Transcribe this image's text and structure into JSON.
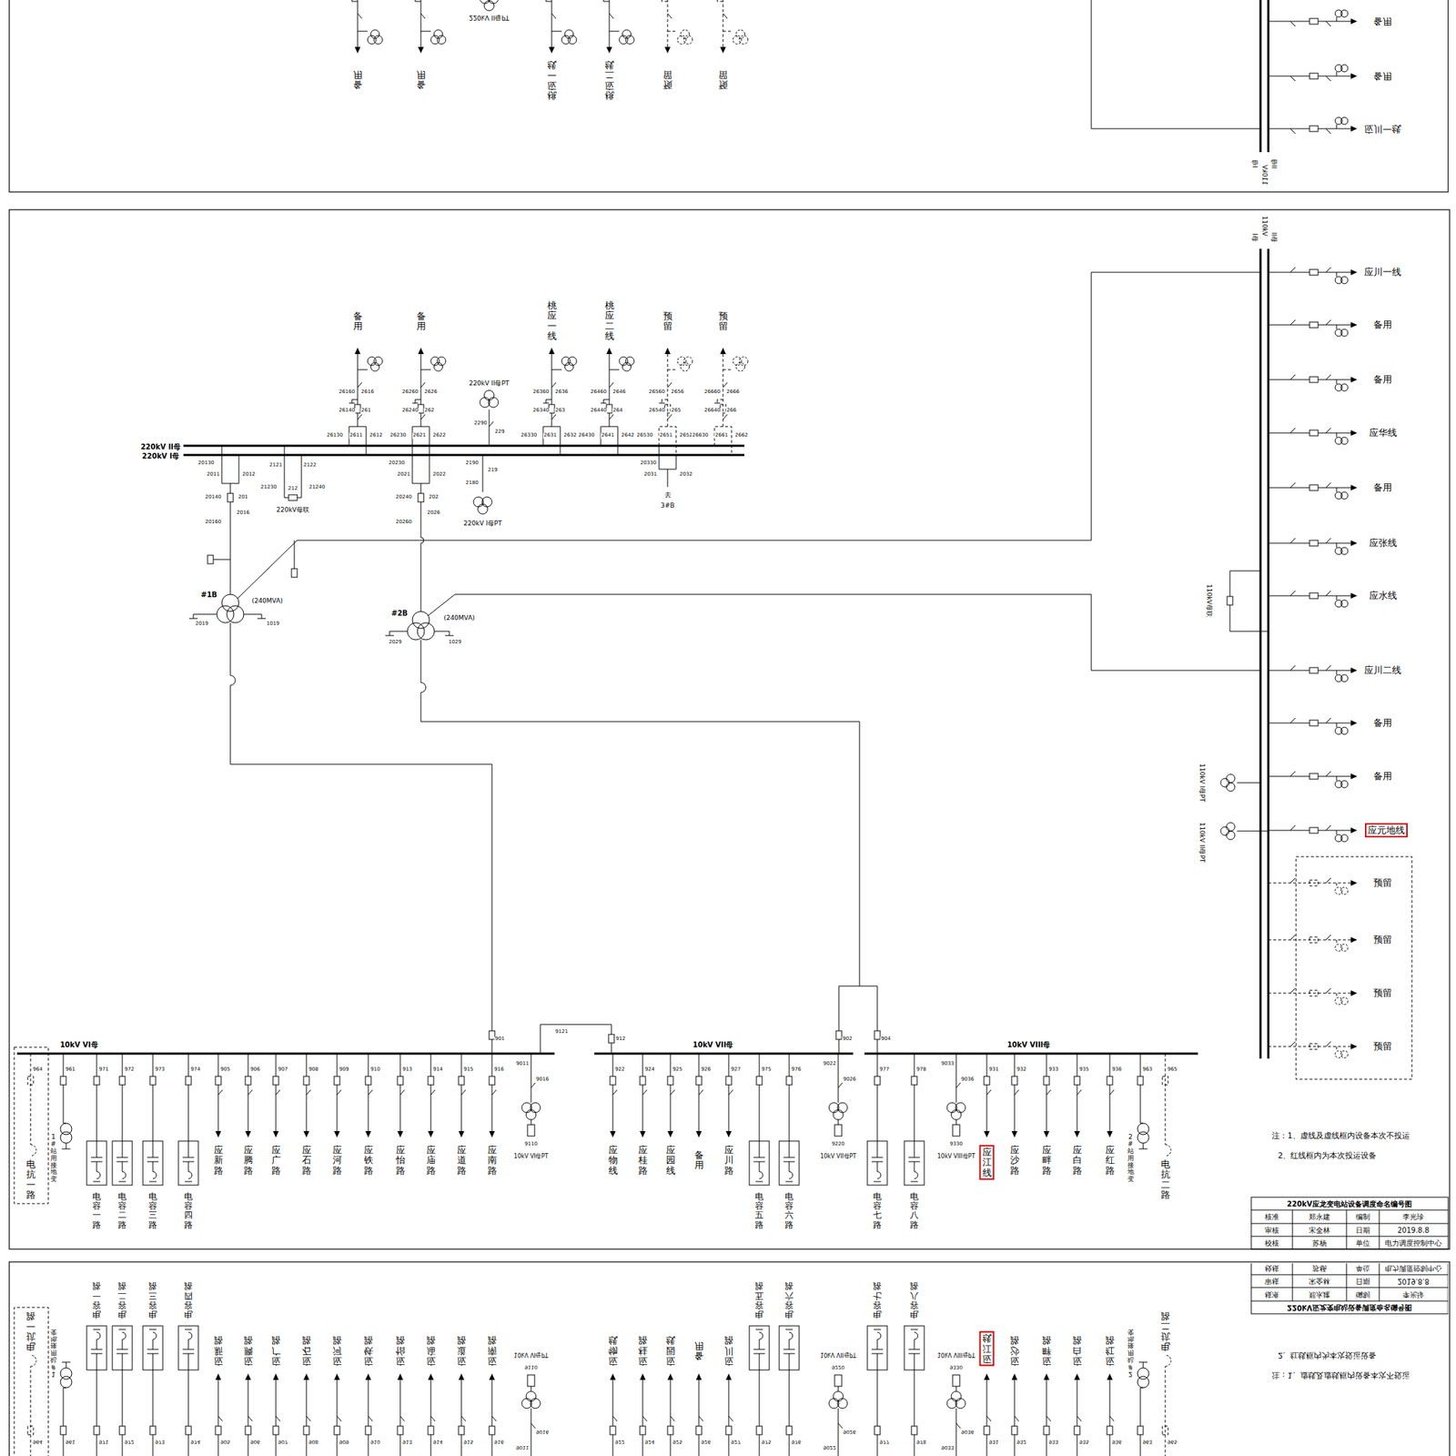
{
  "diagram": {
    "title": "220kV应龙变电站设备调度命名编号图",
    "nodes": [
      {
        "text": [
          "应元地线"
        ]
      },
      {
        "text": [
          "应江线"
        ]
      },
      {
        "text": [
          "应江线"
        ]
      }
    ],
    "labels": [
      "备用",
      "备用",
      "桃应一线",
      "桃应二线",
      "预留",
      "预留",
      "220kV II母PT",
      "26160",
      "2616",
      "26140",
      "261",
      "26130",
      "2611",
      "2612",
      "26260",
      "2626",
      "26240",
      "262",
      "26230",
      "2621",
      "2622",
      "26360",
      "2636",
      "26340",
      "263",
      "26330",
      "2631",
      "2632",
      "26460",
      "2646",
      "26440",
      "264",
      "26430",
      "2641",
      "2642",
      "26560",
      "2656",
      "26540",
      "265",
      "26530",
      "2651",
      "2652",
      "26660",
      "2666",
      "26640",
      "266",
      "26630",
      "2661",
      "2662",
      "2290",
      "229",
      "220kV II母",
      "220kV I母",
      "20130",
      "2011",
      "2012",
      "20140",
      "201",
      "20160",
      "2016",
      "2121",
      "2122",
      "21230",
      "212",
      "21240",
      "220kV母联",
      "20230",
      "2021",
      "2022",
      "20240",
      "202",
      "20260",
      "2026",
      "2190",
      "219",
      "2180",
      "220kV I母PT",
      "20330",
      "2031",
      "2032",
      "去",
      "3#B",
      "#1B",
      "(240MVA)",
      "2019",
      "1019",
      "#2B",
      "(240MVA)",
      "2029",
      "1029",
      "应川一线",
      "备用",
      "备用",
      "应华线",
      "备用",
      "应张线",
      "应水线",
      "应川二线",
      "备用",
      "备用",
      "预留",
      "预留",
      "预留",
      "预留",
      "I母",
      "110kV",
      "II母",
      "110kV母联",
      "110kV I母PT",
      "110kV II母PT",
      "10kV VI母",
      "10kV VII母",
      "10kV VIII母",
      "901",
      "902",
      "904",
      "9121",
      "912",
      "964",
      "电抗一路",
      "961",
      "1#站用接地变",
      "971",
      "电容一路",
      "972",
      "电容二路",
      "973",
      "电容三路",
      "974",
      "电容四路",
      "905",
      "应新路",
      "906",
      "应腾路",
      "907",
      "应广路",
      "908",
      "应石路",
      "909",
      "应河路",
      "910",
      "应铁路",
      "913",
      "应怡路",
      "914",
      "应庙路",
      "915",
      "应道路",
      "916",
      "应南路",
      "922",
      "应物线",
      "924",
      "应桂路",
      "925",
      "应园线",
      "926",
      "备用",
      "927",
      "应川路",
      "975",
      "电容五路",
      "976",
      "电容六路",
      "977",
      "电容七路",
      "978",
      "电容八路",
      "931",
      "932",
      "应沙路",
      "933",
      "应畔路",
      "935",
      "应白路",
      "936",
      "应红路",
      "963",
      "2#站用接地变",
      "965",
      "电抗二路",
      "9011",
      "9016",
      "9110",
      "10kV VI母PT",
      "9022",
      "9026",
      "9220",
      "10kV VII母PT",
      "9033",
      "9036",
      "9330",
      "10kV VIII母PT",
      "注：1、虚线及虚线框内设备本次不投运",
      "2、红线框内为本次投运设备",
      "核准",
      "郑永建",
      "编制",
      "李光珍",
      "审核",
      "宋全林",
      "日期",
      "2019.8.8",
      "校核",
      "苏杨",
      "单位",
      "电力调度控制中心",
      "备用",
      "备用",
      "桃应一线",
      "桃应二线",
      "预留",
      "预留",
      "220kV II母PT",
      "应川一线",
      "备用",
      "备用",
      "I母",
      "110kV",
      "II母",
      "964",
      "电抗一路",
      "961",
      "1#站用接地变",
      "971",
      "电容一路",
      "972",
      "电容二路",
      "973",
      "电容三路",
      "974",
      "电容四路",
      "905",
      "应新路",
      "906",
      "应腾路",
      "907",
      "应广路",
      "908",
      "应石路",
      "909",
      "应河路",
      "910",
      "应铁路",
      "913",
      "应怡路",
      "914",
      "应庙路",
      "915",
      "应道路",
      "916",
      "应南路",
      "922",
      "应物线",
      "924",
      "应桂路",
      "925",
      "应园线",
      "926",
      "备用",
      "927",
      "应川路",
      "975",
      "电容五路",
      "976",
      "电容六路",
      "977",
      "电容七路",
      "978",
      "电容八路",
      "931",
      "932",
      "应沙路",
      "933",
      "应畔路",
      "935",
      "应白路",
      "936",
      "应红路",
      "963",
      "2#站用接地变",
      "965",
      "电抗二路",
      "9011",
      "9016",
      "9110",
      "10kV VI母PT",
      "9022",
      "9026",
      "9220",
      "10kV VII母PT",
      "9033",
      "9036",
      "9330",
      "10kV VIII母PT",
      "注：1、虚线及虚线框内设备本次不投运",
      "2、红线框内为本次投运设备",
      "220kV应龙变电站设备调度命名编号图",
      "核准",
      "郑永建",
      "编制",
      "李光珍",
      "审核",
      "宋全林",
      "日期",
      "2019.8.8",
      "校核",
      "苏杨",
      "单位",
      "电力调度控制中心"
    ]
  }
}
